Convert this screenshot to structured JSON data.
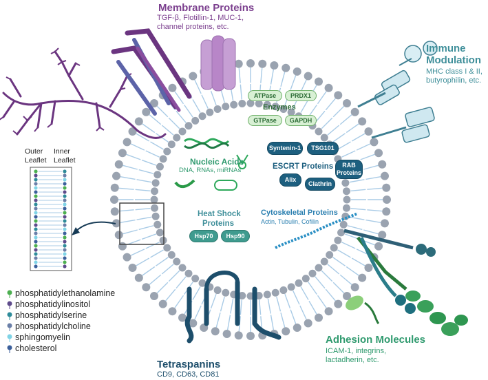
{
  "membrane": {
    "title": "Membrane Proteins",
    "sub1": "TGF-β, Flotillin-1, MUC-1,",
    "sub2": "channel proteins, etc."
  },
  "immune": {
    "title1": "Immune",
    "title2": "Modulation",
    "sub1": "MHC class I & II,",
    "sub2": "butyrophilin, etc."
  },
  "enzymes": {
    "title": "Enzymes",
    "items": [
      "ATPase",
      "PRDX1",
      "GTPase",
      "GAPDH"
    ]
  },
  "nucleic": {
    "title": "Nucleic Acids",
    "sub": "DNA, RNAs, miRNAs"
  },
  "escrt": {
    "title": "ESCRT Proteins",
    "items": [
      "Syntenin-1",
      "TSG101",
      "RAB Proteins",
      "Alix",
      "Clathrin"
    ]
  },
  "heatshock": {
    "title1": "Heat Shock",
    "title2": "Proteins",
    "items": [
      "Hsp70",
      "Hsp90"
    ]
  },
  "cytoskeletal": {
    "title": "Cytoskeletal Proteins",
    "sub": "Actin, Tubulin, Cofilin"
  },
  "leaflet": {
    "outer1": "Outer",
    "outer2": "Leaflet",
    "inner1": "Inner",
    "inner2": "Leaflet"
  },
  "legend": [
    {
      "label": "phosphatidylethanolamine",
      "color": "#4caf50"
    },
    {
      "label": "phosphatidylinositol",
      "color": "#5e4b8b"
    },
    {
      "label": "phosphatidylserine",
      "color": "#2e8b9a"
    },
    {
      "label": "phosphatidylcholine",
      "color": "#6a7fa8"
    },
    {
      "label": "sphingomyelin",
      "color": "#7fd3e6"
    },
    {
      "label": "cholesterol",
      "color": "#3b5f9b"
    }
  ],
  "adhesion": {
    "title": "Adhesion Molecules",
    "sub1": "ICAM-1, integrins,",
    "sub2": "lactadherin, etc."
  },
  "tetraspanins": {
    "title": "Tetraspanins",
    "sub": "CD9, CD63, CD81"
  },
  "colors": {
    "membrane_head": "#9aa3b0",
    "tail": "#a9cbe6",
    "purple": "#7b3f8e",
    "teal": "#3f8f9a",
    "green": "#2f9a6e",
    "navy": "#1d4e6b"
  }
}
